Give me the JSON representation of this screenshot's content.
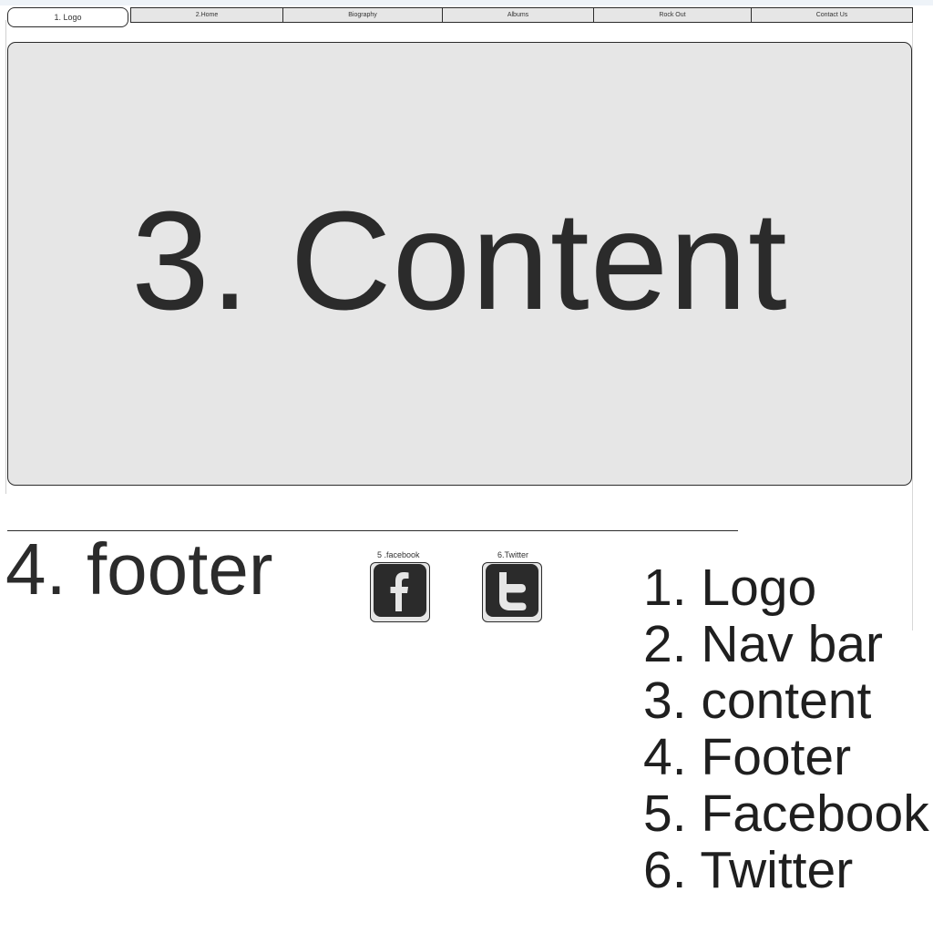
{
  "logo": {
    "label": "1. Logo"
  },
  "nav": {
    "items": [
      "2.Home",
      "Biography",
      "Albums",
      "Rock Out",
      "Contact Us"
    ]
  },
  "content": {
    "title": "3. Content"
  },
  "footer": {
    "title": "4. footer"
  },
  "social": {
    "facebook": {
      "caption": "5 .facebook",
      "icon": "facebook-icon"
    },
    "twitter": {
      "caption": "6.Twitter",
      "icon": "twitter-icon"
    }
  },
  "legend": {
    "items": [
      "1. Logo",
      "2. Nav bar",
      "3. content",
      "4. Footer",
      "5. Facebook",
      "6. Twitter"
    ]
  },
  "colors": {
    "box_fill": "#e6e6e6",
    "stroke": "#2b2b2b",
    "text": "#2b2b2b"
  }
}
